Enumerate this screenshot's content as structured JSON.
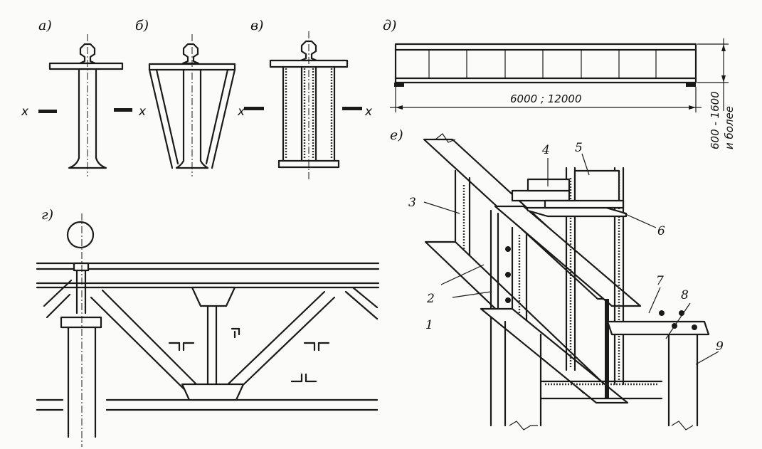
{
  "panels": {
    "a": "а)",
    "b": "б)",
    "v": "в)",
    "g": "г)",
    "d": "д)",
    "e": "е)"
  },
  "axis": {
    "left": "x",
    "right": "x"
  },
  "dimensions": {
    "span": "6000 ; 12000",
    "height_line1": "600 - 1600",
    "height_line2": "и более"
  },
  "callouts": [
    "1",
    "2",
    "3",
    "4",
    "5",
    "6",
    "7",
    "8",
    "9"
  ]
}
